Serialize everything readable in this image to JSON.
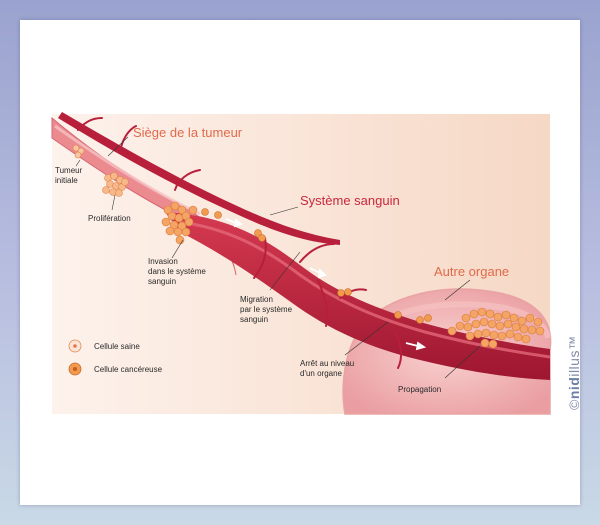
{
  "titles": {
    "site": "Siège de la tumeur",
    "blood": "Système sanguin",
    "organ": "Autre organe"
  },
  "labels": {
    "initial_line1": "Tumeur",
    "initial_line2": "initiale",
    "proliferation": "Prolifération",
    "invasion_line1": "Invasion",
    "invasion_line2": "dans le système",
    "invasion_line3": "sanguin",
    "migration_line1": "Migration",
    "migration_line2": "par le système",
    "migration_line3": "sanguin",
    "arrest_line1": "Arrêt au niveau",
    "arrest_line2": "d'un organe",
    "propagation": "Propagation"
  },
  "legend": {
    "healthy": "Cellule saine",
    "cancer": "Cellule cancéreuse"
  },
  "brand": {
    "prefix": "©",
    "mid": "nid",
    "suffix": "illus",
    "tm": "™"
  },
  "colors": {
    "vessel": "#b81f3a",
    "vessel_light": "#e4707a",
    "tissue": "#f5d9c8",
    "organ": "#f2b3b3",
    "cancer_cell": "#f29a4e",
    "title_orange": "#e06a4a",
    "title_red": "#c9283c"
  }
}
